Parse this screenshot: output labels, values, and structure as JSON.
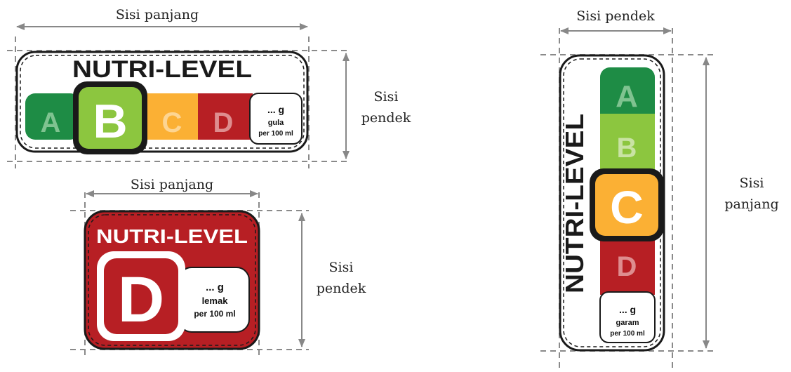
{
  "dimensions": {
    "long_side": "Sisi panjang",
    "short_side": "Sisi pendek",
    "short_side_line1": "Sisi",
    "short_side_line2": "pendek",
    "long_side_line1": "Sisi",
    "long_side_line2": "panjang"
  },
  "labels": {
    "brand": "NUTRI-LEVEL",
    "grades": [
      "A",
      "B",
      "C",
      "D"
    ],
    "colors": {
      "A": "#1e8c45",
      "B": "#8cc63f",
      "C": "#fbb034",
      "D": "#b71f24",
      "outline": "#1a1a1a"
    },
    "horizontal": {
      "selected": "B",
      "amount": "... g",
      "nutrient": "gula",
      "per": "per 100 ml"
    },
    "compact": {
      "selected": "D",
      "amount": "... g",
      "nutrient": "lemak",
      "per": "per 100 ml"
    },
    "vertical": {
      "selected": "C",
      "amount": "... g",
      "nutrient": "garam",
      "per": "per 100 ml"
    }
  }
}
